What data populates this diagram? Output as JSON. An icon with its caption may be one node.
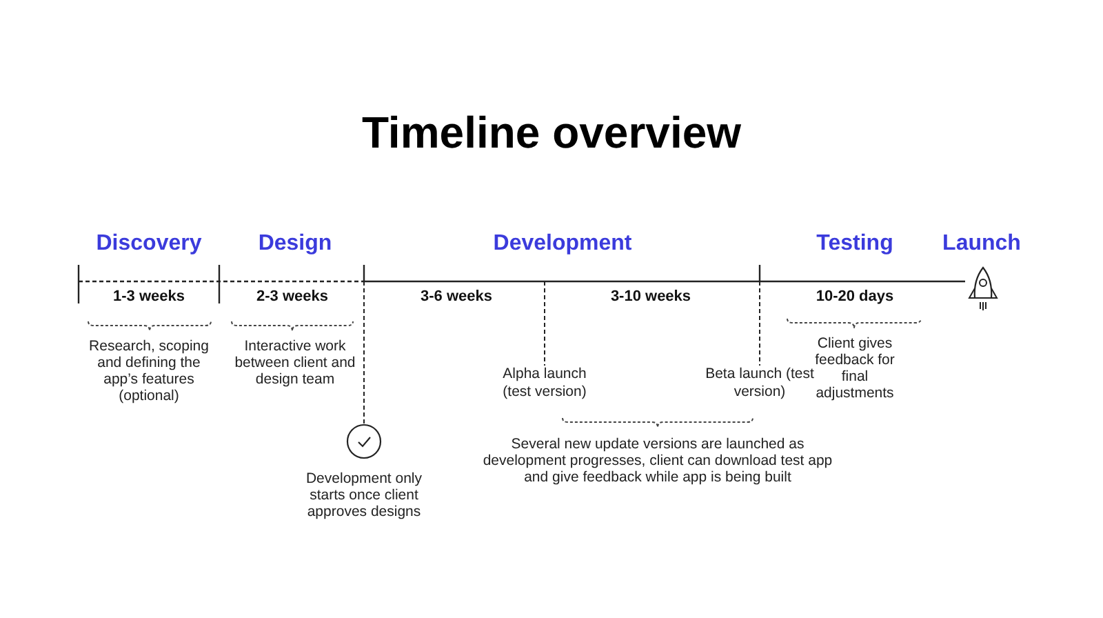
{
  "diagram": {
    "title": "Timeline overview",
    "nodes": [
      {
        "text": [],
        "shape": "circle",
        "beside": [
          "Development only starts once client approves designs"
        ]
      },
      {
        "text": [
          "Alpha launch (test version)"
        ]
      },
      {
        "text": [
          "Beta launch (test version)"
        ]
      }
    ],
    "edges": [
      {
        "from": null,
        "to": 0,
        "arrow": "none",
        "style": "dashed"
      },
      {
        "from": null,
        "to": 1,
        "arrow": "none",
        "style": "dashed"
      },
      {
        "from": null,
        "to": 2,
        "arrow": "none",
        "style": "dashed"
      }
    ],
    "labels": [
      "Discovery",
      "Design",
      "Development",
      "Testing",
      "Launch",
      "1-3 weeks",
      "2-3 weeks",
      "3-6 weeks",
      "3-10 weeks",
      "10-20 days",
      "Research, scoping and defining the app’s features (optional)",
      "Interactive work between client and design team",
      "Client gives feedback for final adjustments",
      "Several new update versions are launched as development progresses, client can download test app and give feedback while app is being built"
    ]
  }
}
